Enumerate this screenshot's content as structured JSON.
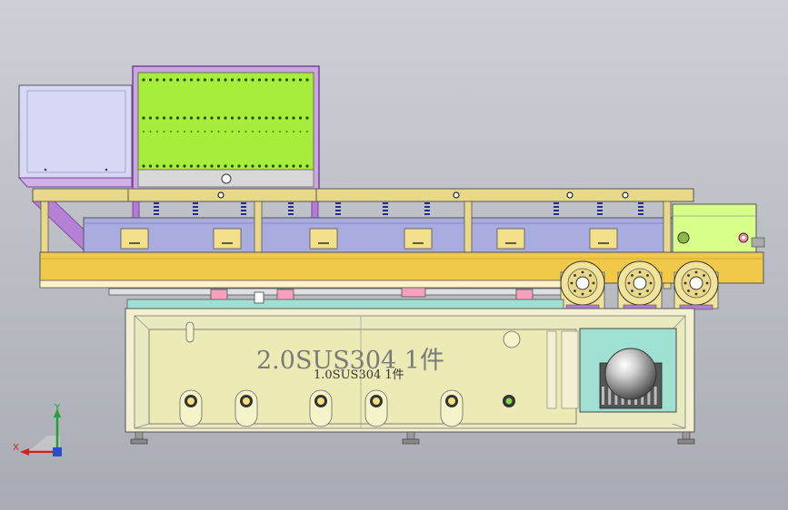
{
  "drawing": {
    "annotations": {
      "main": "2.0SUS304 1件",
      "secondary": "1.0SUS304 1件"
    },
    "triad": {
      "x_label": "X",
      "y_label": "Y"
    }
  },
  "colors": {
    "hopper_fill": "#a6ee3b",
    "hopper_frame": "#a24fc4",
    "frame_beam": "#e8d98a",
    "conveyor_belt": "#a9acdf",
    "side_rail": "#f0c94a",
    "tank_fill": "#ecebb5",
    "tank_outer": "#f3f0d2",
    "motor_box": "#d7ff8a",
    "pump_housing": "#f2e39b",
    "pump_chamber": "#9fe0d2",
    "control_box": "#d7d8f5",
    "triad_x": "#d02020",
    "triad_y": "#22a03a",
    "triad_z": "#2a50c8"
  }
}
